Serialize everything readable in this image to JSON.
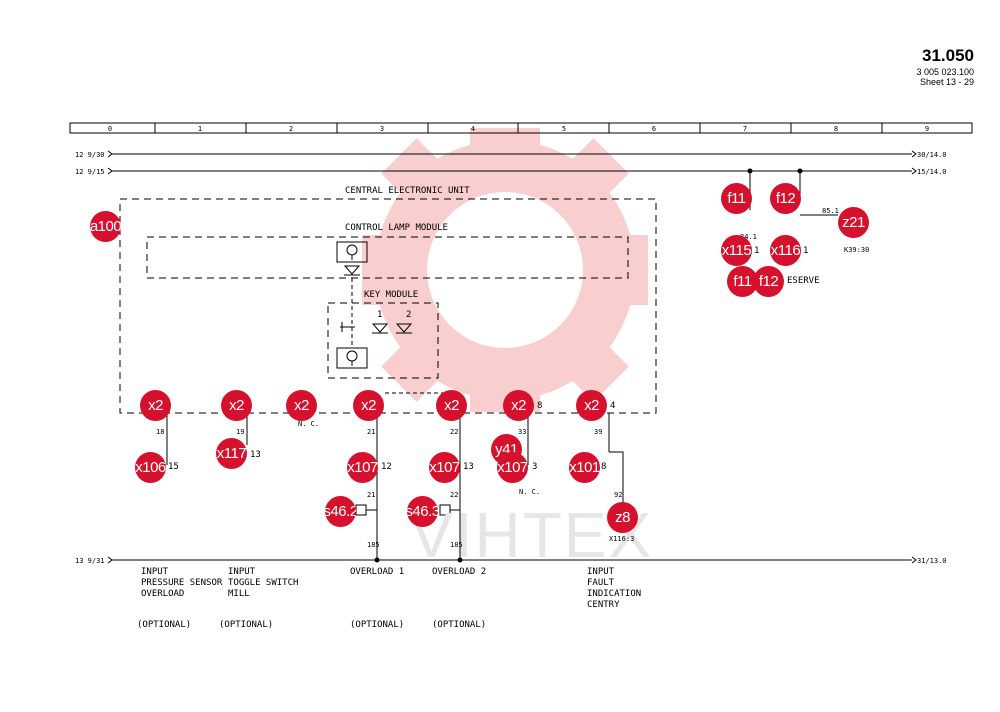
{
  "header": {
    "number": "31.050",
    "code": "3 005 023.100",
    "sheet": "Sheet 13 - 29"
  },
  "grid": [
    "0",
    "1",
    "2",
    "3",
    "4",
    "5",
    "6",
    "7",
    "8",
    "9"
  ],
  "rails": {
    "r1_left": "12 9/30",
    "r1_right": "30/14.0",
    "r2_left": "12 9/15",
    "r2_right": "15/14.0",
    "r3_left": "13 9/31",
    "r3_right": "31/13.0"
  },
  "blocks": {
    "ceu": "CENTRAL ELECTRONIC UNIT",
    "clm": "CONTROL LAMP MODULE",
    "km": "KEY MODULE",
    "led1": "1",
    "led2": "2"
  },
  "wires": {
    "w18": "18",
    "w19": "19",
    "w21a": "21",
    "w22a": "22",
    "w33": "33",
    "w39": "39",
    "w21b": "21",
    "w22b": "22",
    "w92": "92",
    "w185a": "185",
    "w185b": "185",
    "w84": "84.1",
    "w85": "85",
    "w851": "85.1"
  },
  "pins": {
    "p15": "15",
    "p13a": "13",
    "p12": "12",
    "p13b": "13",
    "p3": "3",
    "p8a": "8",
    "p8b": "8",
    "p4": "4",
    "p1a": "1",
    "p1b": "1"
  },
  "misc": {
    "nc1": "N. C.",
    "nc2": "N. C.",
    "k39": "K39:30",
    "x116": "X116:3",
    "reserve": "ESERVE"
  },
  "captions": {
    "c1": "INPUT\nPRESSURE SENSOR\nOVERLOAD",
    "c2": "INPUT\nTOGGLE SWITCH\nMILL",
    "c3": "OVERLOAD 1",
    "c4": "OVERLOAD 2",
    "c5": "INPUT\nFAULT\nINDICATION\nCENTRY",
    "o1": "(OPTIONAL)",
    "o2": "(OPTIONAL)",
    "o3": "(OPTIONAL)",
    "o4": "(OPTIONAL)"
  },
  "watermark": "VIHTEX",
  "badges": [
    "a100",
    "f11",
    "f12",
    "z21",
    "x115",
    "x116",
    "f11",
    "f12",
    "x2",
    "x2",
    "x2",
    "x2",
    "x2",
    "x2",
    "x2",
    "x106",
    "x117",
    "y41",
    "x107",
    "x107",
    "x107",
    "x101",
    "s46.2",
    "s46.3",
    "z8"
  ],
  "colors": {
    "badge": "#d5112d",
    "ink": "#000000",
    "watermark": "#f6c2c2"
  }
}
